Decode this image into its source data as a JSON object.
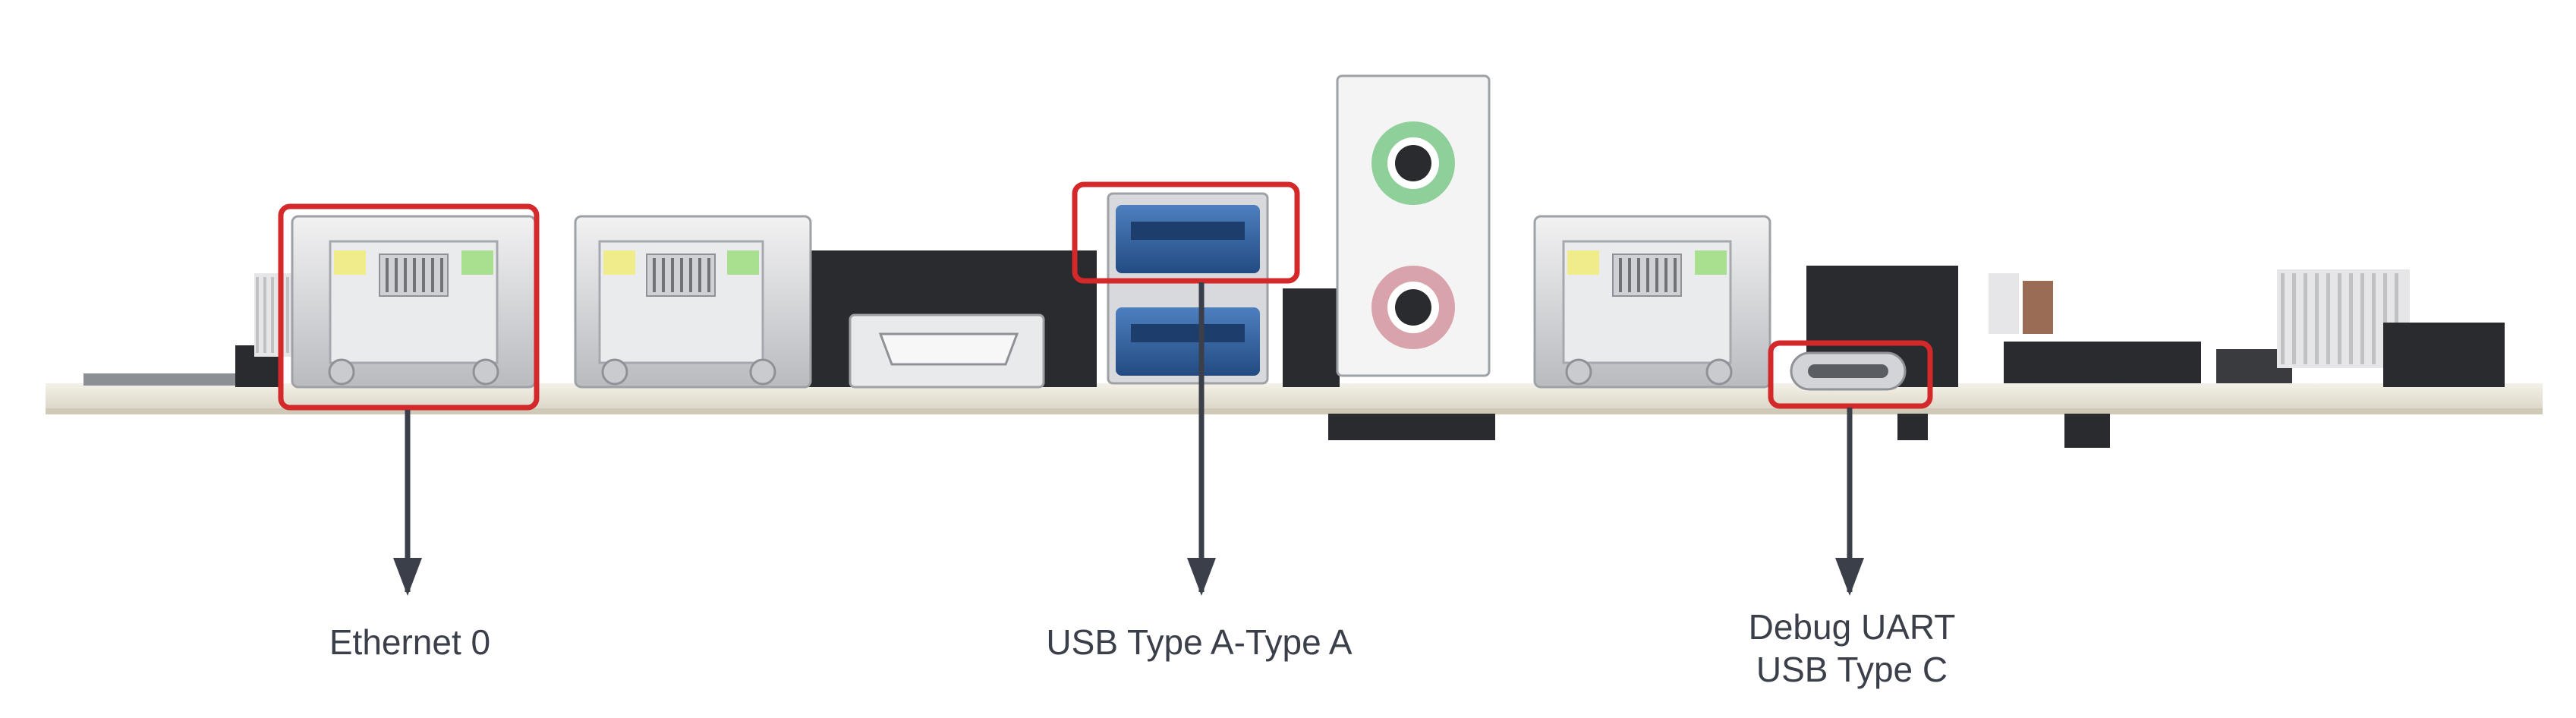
{
  "callouts": {
    "ethernet0": {
      "label": "Ethernet 0"
    },
    "usb_a": {
      "label": "USB Type A-Type A"
    },
    "debug_uart": {
      "line1": "Debug UART",
      "line2": "USB Type C"
    }
  },
  "colors": {
    "highlight": "#d3292b",
    "arrow": "#3a3f4a",
    "pcb": "#ece8dc",
    "rj45_metal": "#d9dadc",
    "usb_blue": "#2e5f9e",
    "audio_green": "#8fcf9a",
    "audio_pink": "#d9a3ab",
    "dark_component": "#2a2b2e"
  }
}
